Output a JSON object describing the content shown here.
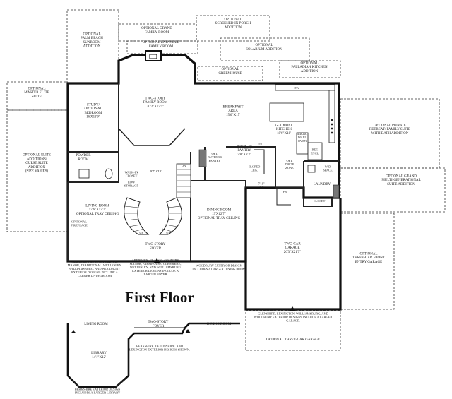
{
  "plan_title": "First Floor",
  "rooms": {
    "palm_beach": "OPTIONAL|PALM BEACH|SUNROOM|ADDITION",
    "grand_family": "OPTIONAL GRAND|FAMILY ROOM",
    "screened_porch": "OPTIONAL|SCREENED-IN PORCH|ADDITION",
    "expanded_family": "OPTIONAL EXPANDED|FAMILY ROOM",
    "solarium": "OPTIONAL|SOLARIUM ADDITION",
    "greenhouse": "OPTIONAL|GREENHOUSE",
    "palladian": "OPTIONAL|PALLADIAN KITCHEN|ADDITION",
    "master_elite": "OPTIONAL|MASTER ELITE|SUITE",
    "study": "STUDY/|OPTIONAL|BEDROOM|16'X11'9\"",
    "family_room": "TWO-STORY|FAMILY ROOM|20'2\"X17'1\"",
    "breakfast": "BREAKFAST|AREA|15'6\"X15'",
    "kitchen": "GOURMET|KITCHEN|18'6\"X18'",
    "private_retreat": "OPTIONAL PRIVATE|RETREAT/ FAMILY SUITE|WITH BATH ADDITION",
    "elite_additions": "OPTIONAL ELITE|ADDITIONS/|GUEST SUITE|ADDITION|(SIZE VARIES)",
    "powder": "POWDER|ROOM",
    "walk_in_closet": "WALK-IN|CLOSET",
    "clo_97": "9'7\" CLO.",
    "walk_in_pantry": "WALK-IN|PANTRY|7'8\"X6'3\"",
    "butlers_pantry": "OPT.|BUTLER'S|PANTRY",
    "sloped_clg": "SLOPED|CLG.",
    "drop_zone": "OPT.|DROP|ZONE",
    "clg_75": "7'11\"|CLG.",
    "micro_wall_oven": "MICRO|WALL|OVEN",
    "ref_encl": "REF.|ENCL.",
    "wd_space": "W/D|SPACE",
    "laundry": "LAUNDRY",
    "closet": "CLOSET",
    "grand_multigen": "OPTIONAL GRAND|MULTI-GENERATIONAL|SUITE ADDITION",
    "living_room": "LIVING ROOM|17'6\"X12'7\"|OPTIONAL TRAY CEILING",
    "low_storage": "LOW|STORAGE",
    "opt_fireplace": "OPTIONAL|FIREPLACE",
    "dining_room": "DINING ROOM|19'X12'7\"|OPTIONAL TRAY CEILING",
    "foyer": "TWO-STORY|FOYER",
    "garage": "TWO-CAR|GARAGE|26'3\"X21'9\"",
    "three_car_front": "OPTIONAL|THREE-CAR FRONT|ENTRY GARAGE",
    "three_car_garage": "OPTIONAL THREE-CAR GARAGE"
  },
  "small_marks": {
    "dw": "DW",
    "up": "UP",
    "dn": "DN"
  },
  "notes": {
    "aberdeen": "ABERDEEN, COUNTRY MANOR,|MANOR, TRADITIONAL, WELLESLEY,|WILLIAMSBURG, AND WOODBURY|EXTERIOR DESIGNS INCLUDE A|LARGER LIVING ROOM",
    "aberdeen2": "ABERDEEN, CLASSIC, COUNTRY|MANOR, FARMHOUSE, GLENSHIRE,|WELLESLEY, AND WILLIAMSBURG|EXTERIOR DESIGNS INCLUDE A|LARGER FOYER",
    "woodbury": "WOODBURY EXTERIOR DESIGN|INCLUDES A LARGER DINING ROOM",
    "berkshire_garage": "BERKSHIRE, COUNTRY MANOR, DEVONSHIRE,|GLENSHIRE, LEXINGTON, WILLIAMSBURG, AND|WOODBURY EXTERIOR DESIGNS INCLUDE A LARGER|GARAGE.",
    "berkshire_shown": "BERKSHIRE, DEVONSHIRE, AND|LEXINGTON EXTERIOR DESIGNS SHOWN.",
    "berkshire_library": "BERKSHIRE EXTERIOR DESIGN|INCLUDES A LARGER LIBRARY"
  },
  "inset": {
    "living_room": "LIVING ROOM",
    "foyer": "TWO-STORY|FOYER",
    "dining_room": "DINING ROOM",
    "library": "LIBRARY|14'1\"X12'"
  }
}
